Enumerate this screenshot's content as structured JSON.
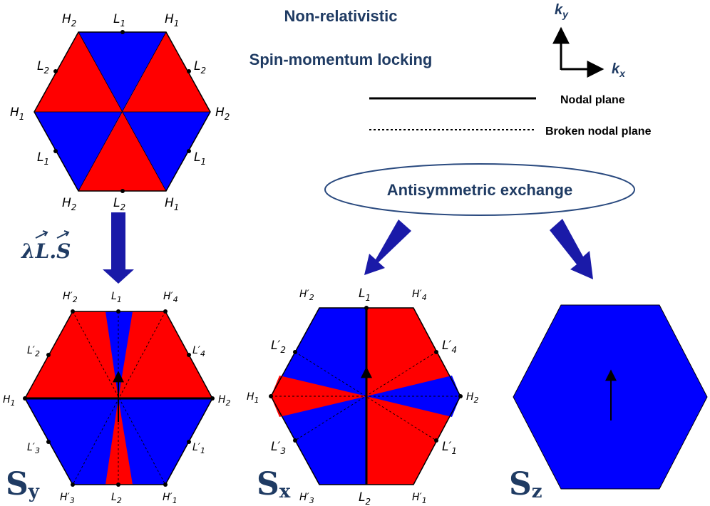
{
  "title_line1": "Non-relativistic",
  "title_line2": "Spin-momentum locking",
  "axes": {
    "x": "k",
    "x_sub": "x",
    "y": "k",
    "y_sub": "y"
  },
  "legend": {
    "solid": "Nodal plane",
    "dotted": "Broken nodal plane"
  },
  "exchange_label": "Antisymmetric exchange",
  "soc_label": {
    "lambda": "λ",
    "L": "L",
    "dot": ".",
    "S": "S"
  },
  "colors": {
    "red": "#ff0000",
    "blue": "#0000ff",
    "text": "#1f3b63",
    "arrow": "#1a1aa8"
  },
  "hex_top": {
    "H2_top": {
      "base": "H",
      "sub": "2"
    },
    "L1_top": {
      "base": "L",
      "sub": "1"
    },
    "H1_top": {
      "base": "H",
      "sub": "1"
    },
    "L2_left": {
      "base": "L",
      "sub": "2"
    },
    "L2_right": {
      "base": "L",
      "sub": "2"
    },
    "H1_left": {
      "base": "H",
      "sub": "1"
    },
    "H2_right": {
      "base": "H",
      "sub": "2"
    },
    "L1_left": {
      "base": "L",
      "sub": "1"
    },
    "L1_right": {
      "base": "L",
      "sub": "1"
    },
    "H2_bot": {
      "base": "H",
      "sub": "2"
    },
    "L2_bot": {
      "base": "L",
      "sub": "2"
    },
    "H1_bot": {
      "base": "H",
      "sub": "1"
    }
  },
  "hex_sy": {
    "Hp2": {
      "base": "H′",
      "sub": "2"
    },
    "L1": {
      "base": "L",
      "sub": "1"
    },
    "Hp4": {
      "base": "H′",
      "sub": "4"
    },
    "Lp2": {
      "base": "L′",
      "sub": "2"
    },
    "Lp4": {
      "base": "L′",
      "sub": "4"
    },
    "H1": {
      "base": "H",
      "sub": "1"
    },
    "H2": {
      "base": "H",
      "sub": "2"
    },
    "Lp3": {
      "base": "L′",
      "sub": "3"
    },
    "Lp1": {
      "base": "L′",
      "sub": "1"
    },
    "Hp3": {
      "base": "H′",
      "sub": "3"
    },
    "L2": {
      "base": "L",
      "sub": "2"
    },
    "Hp1": {
      "base": "H′",
      "sub": "1"
    },
    "name": {
      "base": "S",
      "sub": "y"
    }
  },
  "hex_sx": {
    "Hp2": {
      "base": "H′",
      "sub": "2"
    },
    "L1": {
      "base": "L",
      "sub": "1"
    },
    "Hp4": {
      "base": "H′",
      "sub": "4"
    },
    "Lp2": {
      "base": "L′",
      "sub": "2"
    },
    "Lp4": {
      "base": "L′",
      "sub": "4"
    },
    "H1": {
      "base": "H",
      "sub": "1"
    },
    "H2": {
      "base": "H",
      "sub": "2"
    },
    "Lp3": {
      "base": "L′",
      "sub": "3"
    },
    "Lp1": {
      "base": "L′",
      "sub": "1"
    },
    "Hp3": {
      "base": "H′",
      "sub": "3"
    },
    "L2": {
      "base": "L",
      "sub": "2"
    },
    "Hp1": {
      "base": "H′",
      "sub": "1"
    },
    "name": {
      "base": "S",
      "sub": "x"
    }
  },
  "hex_sz": {
    "name": {
      "base": "S",
      "sub": "z"
    }
  }
}
